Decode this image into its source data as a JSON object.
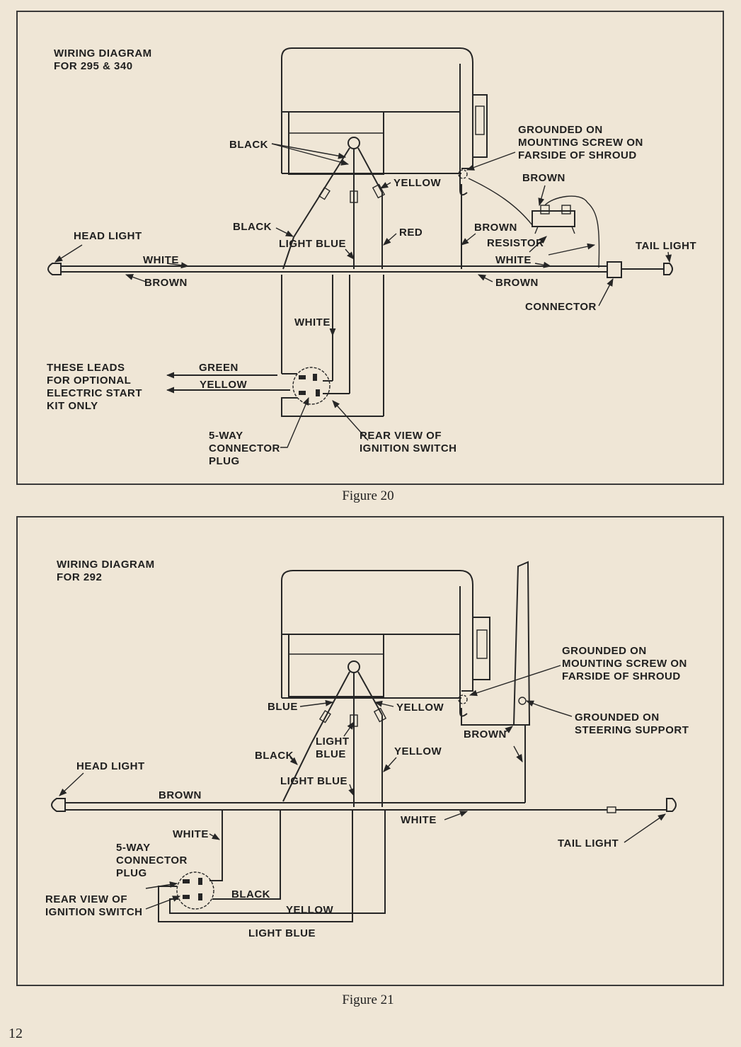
{
  "page_number": "12",
  "figure20": {
    "caption": "Figure 20",
    "title_lines": [
      "WIRING DIAGRAM",
      "FOR 295 & 340"
    ],
    "labels": {
      "black_upper": "BLACK",
      "grounded_lines": [
        "GROUNDED ON",
        "MOUNTING SCREW ON",
        "FARSIDE OF SHROUD"
      ],
      "yellow_upper": "YELLOW",
      "brown_upper": "BROWN",
      "black_lower": "BLACK",
      "red": "RED",
      "brown_right": "BROWN",
      "head_light": "HEAD LIGHT",
      "light_blue": "LIGHT BLUE",
      "resistor": "RESISTOR",
      "tail_light": "TAIL LIGHT",
      "white_left": "WHITE",
      "white_right": "WHITE",
      "brown_left": "BROWN",
      "brown_bottom_right": "BROWN",
      "connector": "CONNECTOR",
      "white_center": "WHITE",
      "leads_lines": [
        "THESE LEADS",
        "FOR OPTIONAL",
        "ELECTRIC START",
        "KIT ONLY"
      ],
      "green": "GREEN",
      "yellow_lead": "YELLOW",
      "plug_lines": [
        "5-WAY",
        "CONNECTOR",
        "PLUG"
      ],
      "rear_view_lines": [
        "REAR VIEW OF",
        "IGNITION SWITCH"
      ]
    }
  },
  "figure21": {
    "caption": "Figure 21",
    "title_lines": [
      "WIRING DIAGRAM",
      "FOR 292"
    ],
    "labels": {
      "grounded_shroud_lines": [
        "GROUNDED ON",
        "MOUNTING SCREW ON",
        "FARSIDE OF SHROUD"
      ],
      "blue": "BLUE",
      "yellow_upper": "YELLOW",
      "grounded_steering_lines": [
        "GROUNDED ON",
        "STEERING SUPPORT"
      ],
      "brown_right": "BROWN",
      "light_blue_upper_lines": [
        "LIGHT",
        "BLUE"
      ],
      "yellow_mid": "YELLOW",
      "black_upper": "BLACK",
      "head_light": "HEAD LIGHT",
      "light_blue_mid": "LIGHT BLUE",
      "brown_main": "BROWN",
      "white_main": "WHITE",
      "white_left": "WHITE",
      "tail_light": "TAIL LIGHT",
      "plug_lines": [
        "5-WAY",
        "CONNECTOR",
        "PLUG"
      ],
      "black_lower": "BLACK",
      "rear_view_lines": [
        "REAR VIEW OF",
        "IGNITION SWITCH"
      ],
      "yellow_lower": "YELLOW",
      "light_blue_lower": "LIGHT BLUE"
    }
  }
}
